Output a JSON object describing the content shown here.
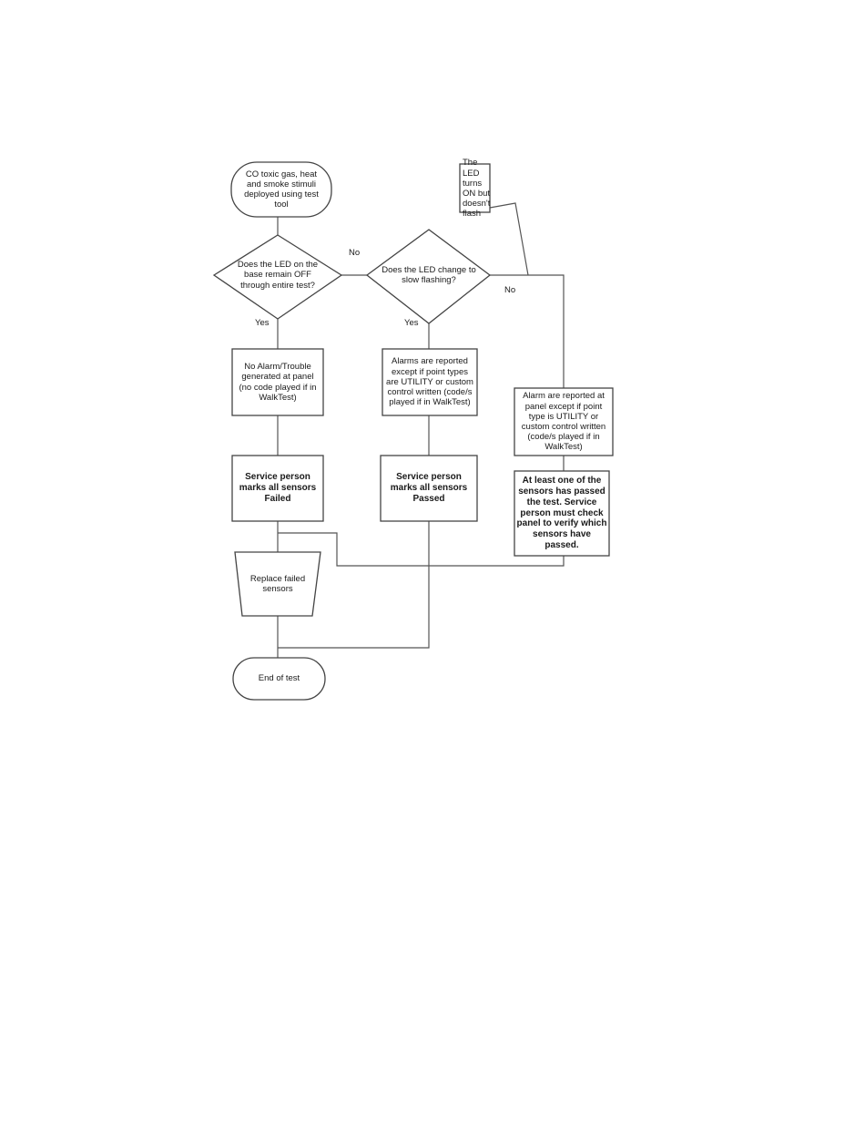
{
  "nodes": {
    "start": "CO toxic gas, heat and smoke stimuli deployed using test tool",
    "decision_off": "Does the LED on the base remain OFF through entire test?",
    "decision_flash": "Does the LED change to slow flashing?",
    "note_led_on": "The LED turns ON but doesn't flash",
    "no_alarm": "No Alarm/Trouble generated at panel (no code played if in WalkTest)",
    "alarms_utility": "Alarms are reported except if point types are UTILITY or custom control written (code/s played if in WalkTest)",
    "alarms_panel": "Alarm are reported at panel except if point type is UTILITY or custom control written (code/s played if in WalkTest)",
    "marks_failed": "Service person marks all sensors Failed",
    "marks_passed": "Service person marks all sensors Passed",
    "at_least_one": "At least one of the sensors has passed the test. Service person must check panel to verify which sensors have passed.",
    "replace": "Replace failed sensors",
    "end": "End of test"
  },
  "edge_labels": {
    "no_1": "No",
    "yes_1": "Yes",
    "yes_2": "Yes",
    "no_2": "No"
  }
}
